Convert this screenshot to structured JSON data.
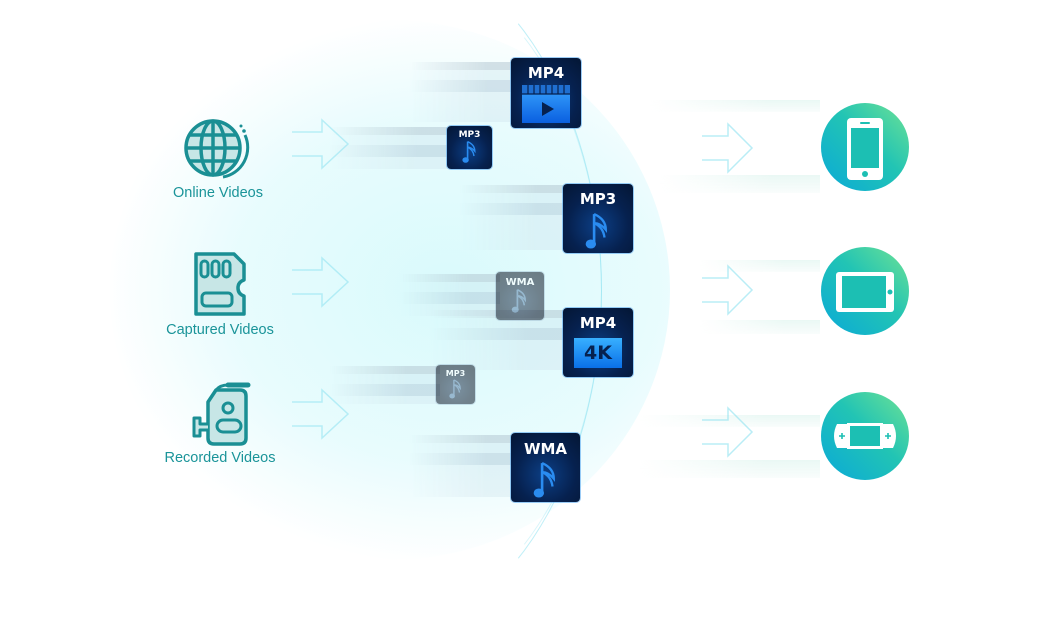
{
  "sources": [
    {
      "label": "Online Videos",
      "icon": "globe-icon"
    },
    {
      "label": "Captured Videos",
      "icon": "sd-card-icon"
    },
    {
      "label": "Recorded Videos",
      "icon": "camcorder-icon"
    }
  ],
  "formats": [
    {
      "label": "MP4",
      "icon": "video-clip-icon",
      "state": "active"
    },
    {
      "label": "MP3",
      "icon": "music-note-icon",
      "state": "active"
    },
    {
      "label": "MP3",
      "icon": "music-note-icon",
      "state": "active"
    },
    {
      "label": "WMA",
      "icon": "music-note-icon",
      "state": "faded"
    },
    {
      "label": "MP4",
      "badge": "4K",
      "icon": "4k-badge",
      "state": "active"
    },
    {
      "label": "MP3",
      "icon": "music-note-icon",
      "state": "faded"
    },
    {
      "label": "WMA",
      "icon": "music-note-icon",
      "state": "active"
    }
  ],
  "devices": [
    {
      "name": "phone",
      "icon": "smartphone-icon"
    },
    {
      "name": "tablet",
      "icon": "tablet-icon"
    },
    {
      "name": "handheld console",
      "icon": "game-console-icon"
    }
  ],
  "colors": {
    "source_teal": "#1a9499",
    "tile_navy": "#06214f",
    "note_blue": "#2a8cf0",
    "device_gradient": [
      "#6fe294",
      "#0aa9d8"
    ]
  }
}
